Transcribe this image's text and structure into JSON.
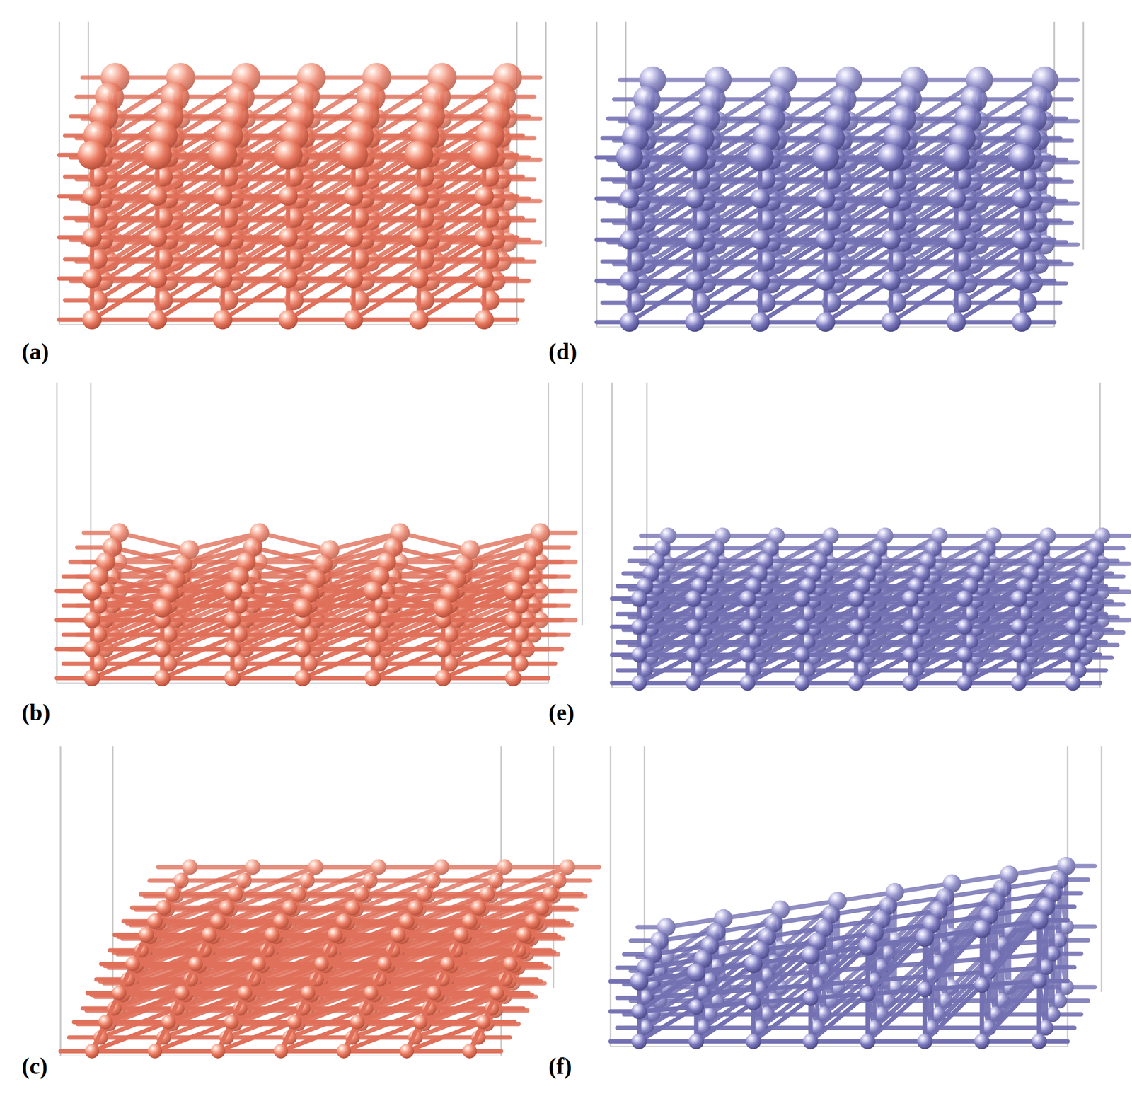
{
  "diagram": {
    "labels": [
      "(a)",
      "(d)",
      "(b)",
      "(e)",
      "(c)",
      "(f)"
    ]
  }
}
